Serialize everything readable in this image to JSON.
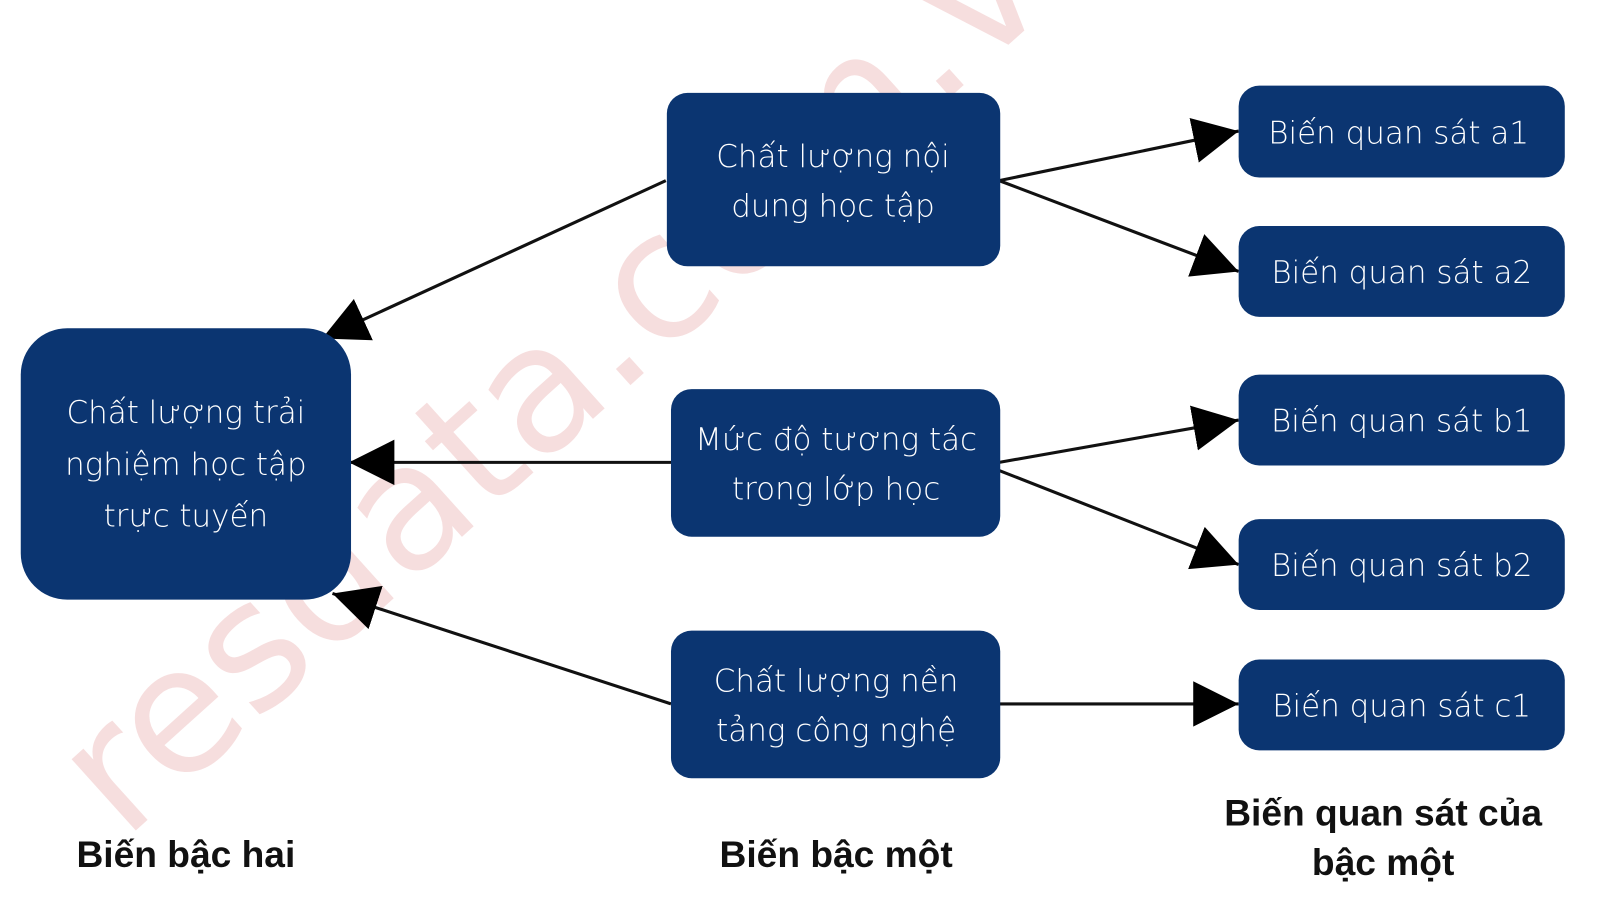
{
  "watermark": "resdata.com.vn",
  "second_order": {
    "lines": [
      "Chất lượng trải",
      "nghiệm học tập",
      "trực tuyến"
    ]
  },
  "first_order": [
    {
      "lines": [
        "Chất lượng nội",
        "dung học tập"
      ]
    },
    {
      "lines": [
        "Mức độ tương tác",
        "trong lớp học"
      ]
    },
    {
      "lines": [
        "Chất lượng nền",
        "tảng công nghệ"
      ]
    }
  ],
  "observed": [
    "Biến quan sát a1",
    "Biến quan sát a2",
    "Biến quan sát b1",
    "Biến quan sát b2",
    "Biến quan sát c1"
  ],
  "column_labels": {
    "second": "Biến bậc hai",
    "first": "Biến bậc một",
    "observed_line1": "Biến quan sát của",
    "observed_line2": "bậc một"
  },
  "colors": {
    "box": "#0b3571",
    "watermark": "#e8a3a3"
  }
}
